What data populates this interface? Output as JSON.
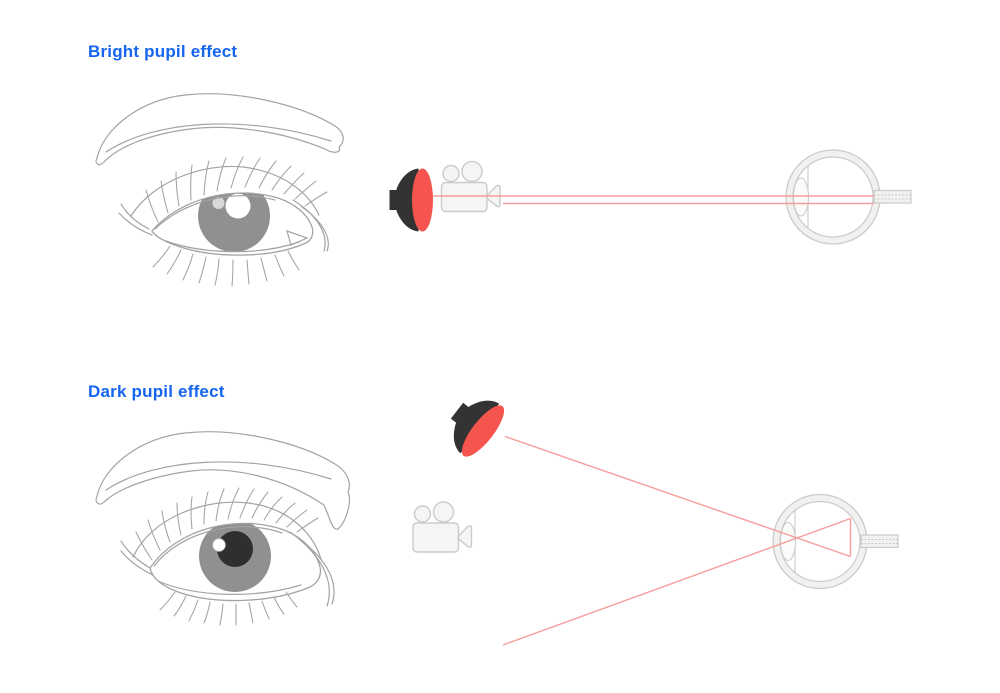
{
  "sections": [
    {
      "id": "bright-pupil",
      "title": "Bright pupil effect"
    },
    {
      "id": "dark-pupil",
      "title": "Dark pupil effect"
    }
  ],
  "icons": {
    "light_source": "ir-light-icon",
    "camera": "video-camera-icon",
    "eye_side_view": "eye-cross-section",
    "eye_front_view": "eye-illustration"
  },
  "colors": {
    "background": "#ffffff",
    "title_blue": "#1565f0",
    "lamp_red": "#f6554f",
    "lamp_cone": "#333333",
    "ray_pink": "#f59e9b",
    "diagram_stroke": "#cbcbcb",
    "diagram_fill": "#f1f1ef",
    "camera_fill": "#f5f5f3",
    "sketch_stroke": "#a3a3a3",
    "iris_gray": "#909090",
    "pupil_bright": "#ffffff",
    "pupil_dark": "#2f2f2f",
    "glint_gray": "#d9d9d9"
  }
}
